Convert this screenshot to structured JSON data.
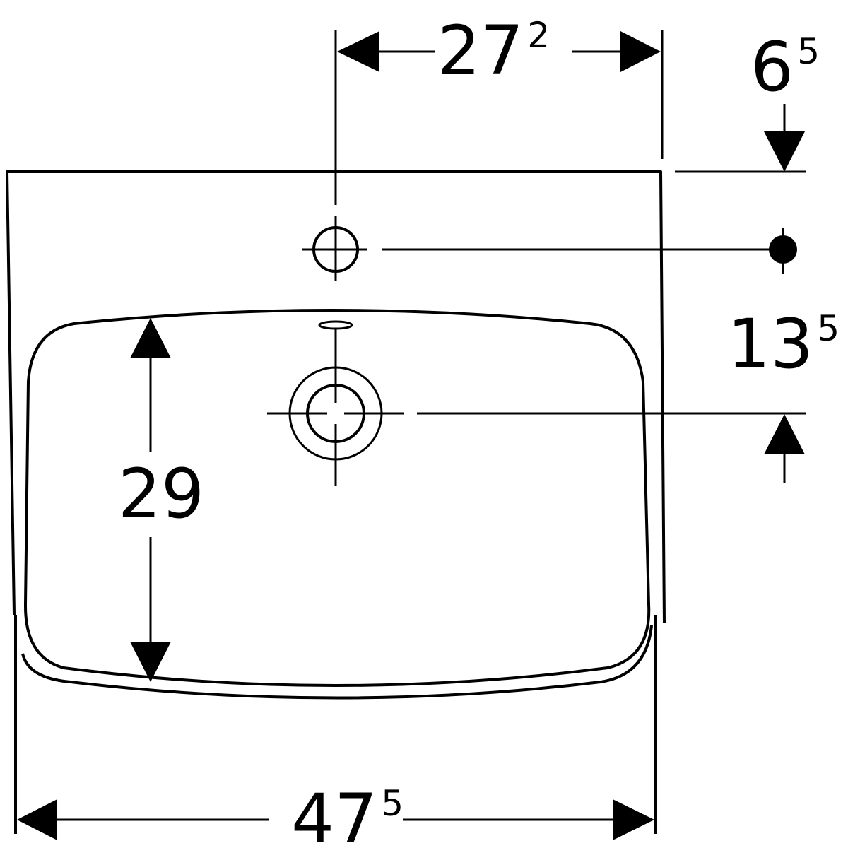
{
  "dimensions": {
    "top_width": {
      "main": "27",
      "sup": "2"
    },
    "top_offset": {
      "main": "6",
      "sup": "5"
    },
    "right_offset": {
      "main": "13",
      "sup": "5"
    },
    "bowl_depth": {
      "main": "29",
      "sup": ""
    },
    "total_width": {
      "main": "47",
      "sup": "5"
    }
  },
  "colors": {
    "ink": "#000000",
    "paper": "#ffffff"
  }
}
